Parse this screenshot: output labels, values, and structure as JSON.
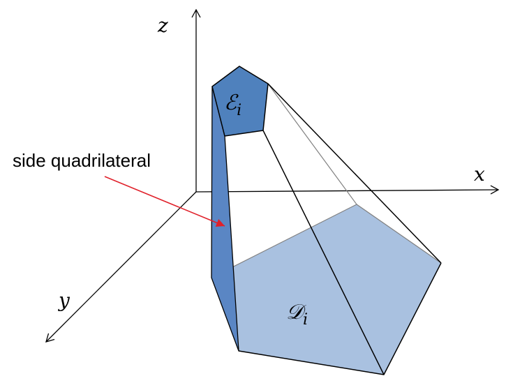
{
  "axes": {
    "x_label": "x",
    "y_label": "y",
    "z_label": "z"
  },
  "labels": {
    "top_face": "ℰ",
    "top_face_subscript": "i",
    "bottom_face": "𝒟",
    "bottom_face_subscript": "i",
    "callout": "side quadrilateral"
  },
  "colors": {
    "axis": "#000000",
    "top_face_fill": "#4f81bd",
    "side_face_fill": "#5a86c4",
    "bottom_face_fill": "#a9c1e0",
    "edge": "#000000",
    "hidden_edge": "#808080",
    "callout_arrow": "#e0202a"
  }
}
